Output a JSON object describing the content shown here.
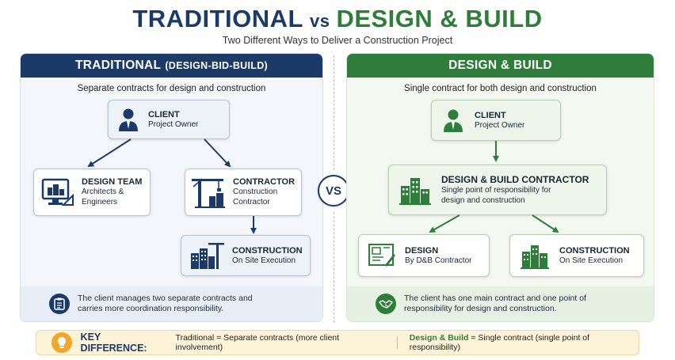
{
  "header": {
    "title_left": "TRADITIONAL",
    "title_vs": "vs",
    "title_right": "DESIGN & BUILD",
    "subtitle": "Two Different Ways to Deliver a Construction Project"
  },
  "traditional": {
    "heading": "TRADITIONAL",
    "heading_small": "(DESIGN-BID-BUILD)",
    "subheading": "Separate contracts for design and construction",
    "client": {
      "title": "CLIENT",
      "line1": "Project Owner"
    },
    "design_team": {
      "title": "DESIGN TEAM",
      "line1": "Architects &",
      "line2": "Engineers"
    },
    "contractor": {
      "title": "CONTRACTOR",
      "line1": "Construction",
      "line2": "Contractor"
    },
    "construction": {
      "title": "CONSTRUCTION",
      "line1": "On Site Execution"
    },
    "note": "The client manages two separate contracts and carries more coordination responsibility."
  },
  "vs_badge": "VS",
  "design_build": {
    "heading": "DESIGN & BUILD",
    "subheading": "Single contract for both design and construction",
    "client": {
      "title": "CLIENT",
      "line1": "Project Owner"
    },
    "db_contractor": {
      "title": "DESIGN & BUILD CONTRACTOR",
      "line1": "Single point of responsibility for",
      "line2": "design and construction"
    },
    "design": {
      "title": "DESIGN",
      "line1": "By D&B Contractor"
    },
    "construction": {
      "title": "CONSTRUCTION",
      "line1": "On Site Execution"
    },
    "note": "The client has one main contract and one point of responsibility for design and construction."
  },
  "key_difference": {
    "label": "KEY DIFFERENCE:",
    "left_strong": "Traditional",
    "left_text": " = Separate contracts (more client involvement)",
    "right_strong": "Design & Build",
    "right_text": " = Single contract (single point of responsibility)"
  },
  "colors": {
    "navy": "#1c3a67",
    "green": "#2f7d3a",
    "gold": "#f0a82a"
  },
  "icons": [
    "client-icon",
    "design-monitor-icon",
    "crane-icon",
    "construction-crane-buildings-icon",
    "clipboard-icon",
    "building-icon",
    "blueprint-icon",
    "handshake-icon",
    "lightbulb-icon"
  ]
}
